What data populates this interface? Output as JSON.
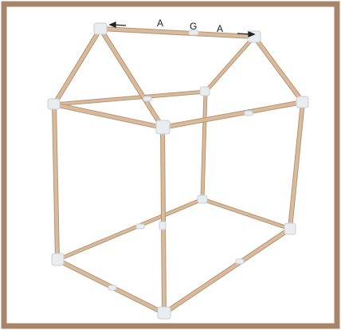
{
  "photo": {
    "labels": {
      "a_left": "A",
      "g_center": "G",
      "a_right": "A"
    },
    "colors": {
      "border": "#a8856a",
      "dowel": "#d8bb9c",
      "dowel_edge": "#b69576",
      "connector": "#e9edf0",
      "arrow": "#222222"
    }
  }
}
